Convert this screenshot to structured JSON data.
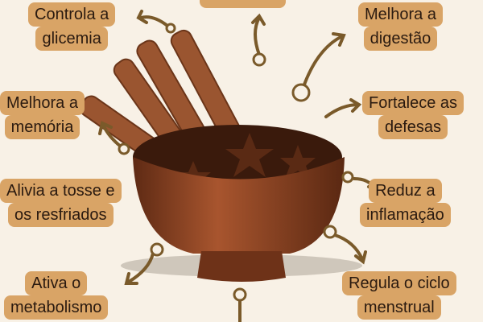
{
  "benefits": [
    {
      "line1": "Controla a",
      "line2": "glicemia"
    },
    {
      "line1": "Melhora a",
      "line2": "digestão"
    },
    {
      "line1": "Melhora a",
      "line2": "memória"
    },
    {
      "line1": "Fortalece as",
      "line2": "defesas"
    },
    {
      "line1": "Alivia a tosse e",
      "line2": "os resfriados"
    },
    {
      "line1": "Reduz a",
      "line2": "inflamação"
    },
    {
      "line1": "Ativa o",
      "line2": "metabolismo"
    },
    {
      "line1": "Regula o ciclo",
      "line2": "menstrual"
    }
  ],
  "colors": {
    "background": "#f8f1e6",
    "label_bg": "#d9a466",
    "arrow": "#7a5a2a",
    "bowl": "#8a4426"
  }
}
